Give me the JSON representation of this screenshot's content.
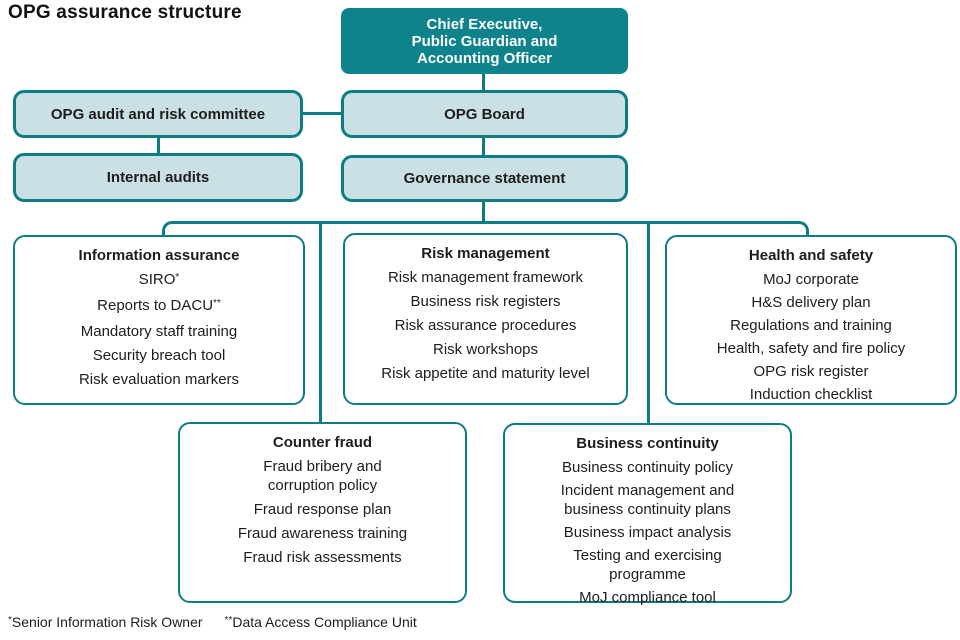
{
  "title": "OPG assurance structure",
  "colors": {
    "solid_box": "#0f838b",
    "light_box_fill": "#cbe0e4",
    "line_and_border": "#0e7c84",
    "solid_box_text": "#ffffff",
    "text": "#1d1d1d"
  },
  "org_chart": {
    "chief": {
      "lines": [
        "Chief Executive,",
        "Public Guardian and",
        "Accounting Officer"
      ]
    },
    "audit_committee": {
      "label": "OPG audit and risk committee"
    },
    "board": {
      "label": "OPG Board"
    },
    "internal_audits": {
      "label": "Internal audits"
    },
    "governance": {
      "label": "Governance statement"
    }
  },
  "panels": [
    {
      "title": "Information assurance",
      "items": [
        {
          "lines": [
            "SIRO"
          ],
          "sup": "*"
        },
        {
          "lines": [
            "Reports to DACU"
          ],
          "sup": "**"
        },
        {
          "lines": [
            "Mandatory staff training"
          ]
        },
        {
          "lines": [
            "Security breach tool"
          ]
        },
        {
          "lines": [
            "Risk evaluation markers"
          ]
        }
      ]
    },
    {
      "title": "Risk management",
      "items": [
        {
          "lines": [
            "Risk management framework"
          ]
        },
        {
          "lines": [
            "Business risk registers"
          ]
        },
        {
          "lines": [
            "Risk assurance procedures"
          ]
        },
        {
          "lines": [
            "Risk workshops"
          ]
        },
        {
          "lines": [
            "Risk appetite and maturity level"
          ]
        }
      ]
    },
    {
      "title": "Health and safety",
      "items": [
        {
          "lines": [
            "MoJ corporate"
          ]
        },
        {
          "lines": [
            "H&S delivery plan"
          ]
        },
        {
          "lines": [
            "Regulations and training"
          ]
        },
        {
          "lines": [
            "Health, safety and fire policy"
          ]
        },
        {
          "lines": [
            "OPG risk register"
          ]
        },
        {
          "lines": [
            "Induction checklist"
          ]
        }
      ]
    },
    {
      "title": "Counter fraud",
      "items": [
        {
          "lines": [
            "Fraud bribery and",
            "corruption policy"
          ]
        },
        {
          "lines": [
            "Fraud response plan"
          ]
        },
        {
          "lines": [
            "Fraud awareness training"
          ]
        },
        {
          "lines": [
            "Fraud risk assessments"
          ]
        }
      ]
    },
    {
      "title": "Business continuity",
      "items": [
        {
          "lines": [
            "Business continuity policy"
          ]
        },
        {
          "lines": [
            "Incident management and",
            "business continuity plans"
          ]
        },
        {
          "lines": [
            "Business impact analysis"
          ]
        },
        {
          "lines": [
            "Testing and exercising",
            "programme"
          ]
        },
        {
          "lines": [
            "MoJ compliance tool"
          ]
        }
      ]
    }
  ],
  "footnotes": [
    {
      "sup": "*",
      "text": "Senior Information Risk Owner"
    },
    {
      "sup": "**",
      "text": "Data Access Compliance Unit"
    }
  ]
}
